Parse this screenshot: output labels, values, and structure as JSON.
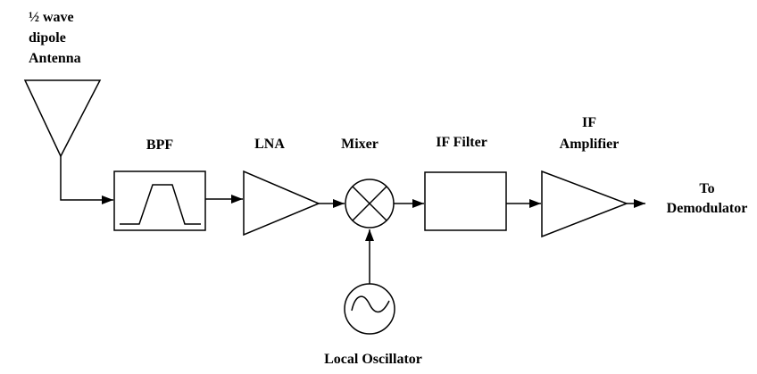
{
  "diagram": {
    "background_color": "#ffffff",
    "line_color": "#000000",
    "text_color": "#000000",
    "signal_flow": [
      "Antenna",
      "BPF",
      "LNA",
      "Mixer",
      "IF Filter",
      "IF Amplifier",
      "To Demodulator"
    ],
    "lo_feed": "Local Oscillator feeds Mixer from below",
    "blocks": {
      "antenna": {
        "line1": "½ wave",
        "line2": "dipole",
        "line3": "Antenna",
        "symbol": "dipole-antenna-icon"
      },
      "bpf": {
        "label": "BPF",
        "symbol": "bandpass-response-icon"
      },
      "lna": {
        "label": "LNA",
        "symbol": "amplifier-triangle-icon"
      },
      "mixer": {
        "label": "Mixer",
        "symbol": "mixer-cross-circle-icon"
      },
      "if_filter": {
        "label": "IF Filter",
        "symbol": "rectangle-box"
      },
      "if_amplifier": {
        "line1": "IF",
        "line2": "Amplifier",
        "symbol": "amplifier-triangle-icon"
      },
      "local_oscillator": {
        "label": "Local Oscillator",
        "symbol": "sine-source-circle-icon"
      },
      "output": {
        "line1": "To",
        "line2": "Demodulator"
      }
    }
  }
}
